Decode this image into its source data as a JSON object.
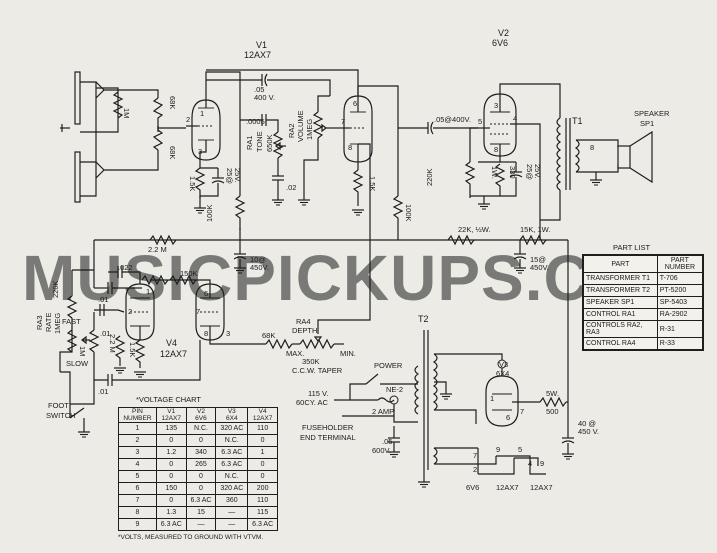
{
  "watermark": "MUSICPICKUPS.COM",
  "tubes": {
    "v1": {
      "ref": "V1",
      "type": "12AX7"
    },
    "v2": {
      "ref": "V2",
      "type": "6V6"
    },
    "v3": {
      "ref": "V3",
      "type": "6X4"
    },
    "v4": {
      "ref": "V4",
      "type": "12AX7"
    }
  },
  "components": {
    "r_1m_in": "1M",
    "r_68k_a": "68K",
    "r_68k_b": "68K",
    "c_05_400": ".05",
    "c_05_400_v": "400 V.",
    "c_0005": ".0005",
    "ra1_name": "RA1",
    "ra1_desc": "TONE",
    "ra1_value": "650K",
    "ra2_name": "RA2",
    "ra2_desc": "VOLUME",
    "ra2_value": "1MEG",
    "c_02": ".02",
    "r_1_5k_v1": "1.5K",
    "c_25_25v": "25@",
    "c_25_25v_b": "25V.",
    "r_100k_a": "100K",
    "r_1_5k_b": "1.5K",
    "r_100k_b": "100K",
    "c_05_400_v2": ".05@400V.",
    "r_220k": "220K",
    "r_330_1w": "330",
    "r_330_1w_b": "1W.",
    "c_25_25v_v2": "25@",
    "c_25_25v_v2b": "25V.",
    "t1": "T1",
    "ohm_8": "8",
    "speaker_l1": "SPEAKER",
    "speaker_l2": "SP1",
    "r_22k": "22K, ½W.",
    "r_15k": "15K, 1W.",
    "r_2_2m": "2.2 M",
    "c_10_450": "10@",
    "c_10_450_b": "450V.",
    "c_15_450": "15@",
    "c_15_450_b": "450V.",
    "c_022": ".022",
    "r_150k": "150K",
    "r_220k_b": "220K",
    "c_01_a": ".01",
    "c_01_b": ".01",
    "c_01_c": ".01",
    "ra3_l1": "RA3",
    "ra3_l2": "RATE",
    "ra3_l3": "1MEG",
    "fast": "FAST",
    "slow": "SLOW",
    "r_1m_b": "1M",
    "r_2_2m_b": "2.2 M",
    "r_1_5k_c": "1.5K",
    "r_68k_c": "68K",
    "ra4_l1": "RA4",
    "ra4_l2": "DEPTH",
    "ra4_max": "MAX.",
    "ra4_min": "MIN.",
    "ra4_val": "350K",
    "ra4_taper": "C.C.W. TAPER",
    "t2": "T2",
    "power": "POWER",
    "ne2": "NE-2",
    "ac_l1": "115 V.",
    "ac_l2": "60CY. AC",
    "fuse": "2 AMP",
    "fuse_l1": "FUSEHOLDER",
    "fuse_l2": "END TERMINAL",
    "c_05_600": ".05",
    "c_05_600_b": "600V.",
    "r_5w": "5W.",
    "r_5w_b": "500",
    "c_40_450": "40 @",
    "c_40_450_b": "450 V.",
    "foot_l1": "FOOT",
    "foot_l2": "SWITCH",
    "heater_6v6": "6V6",
    "heater_12ax7_a": "12AX7",
    "heater_12ax7_b": "12AX7"
  },
  "pins": [
    "1",
    "2",
    "3",
    "6",
    "7",
    "8",
    "4",
    "5"
  ],
  "parts_list": {
    "title": "PART LIST",
    "col_part": "PART",
    "col_number_l1": "PART",
    "col_number_l2": "NUMBER",
    "rows": [
      {
        "part": "TRANSFORMER T1",
        "number": "T-706"
      },
      {
        "part": "TRANSFORMER T2",
        "number": "PT-5200"
      },
      {
        "part": "SPEAKER SP1",
        "number": "SP-5403"
      },
      {
        "part": "CONTROL RA1",
        "number": "RA-2902"
      },
      {
        "part": "CONTROLS RA2, RA3",
        "number": "R-31"
      },
      {
        "part": "CONTROL RA4",
        "number": "R-33"
      }
    ]
  },
  "voltage_chart": {
    "title": "*VOLTAGE CHART",
    "headers": [
      [
        "PIN",
        "NUMBER"
      ],
      [
        "V1",
        "12AX7"
      ],
      [
        "V2",
        "6V6"
      ],
      [
        "V3",
        "6X4"
      ],
      [
        "V4",
        "12AX7"
      ]
    ],
    "rows": [
      [
        "1",
        "135",
        "N.C.",
        "320 AC",
        "110"
      ],
      [
        "2",
        "0",
        "0",
        "N.C.",
        "0"
      ],
      [
        "3",
        "1.2",
        "340",
        "6.3 AC",
        "1"
      ],
      [
        "4",
        "0",
        "265",
        "6.3 AC",
        "0"
      ],
      [
        "5",
        "0",
        "0",
        "N.C.",
        "0"
      ],
      [
        "6",
        "150",
        "0",
        "320 AC",
        "200"
      ],
      [
        "7",
        "0",
        "6.3 AC",
        "360",
        "110"
      ],
      [
        "8",
        "1.3",
        "15",
        "—",
        "115"
      ],
      [
        "9",
        "6.3 AC",
        "—",
        "—",
        "6.3 AC"
      ]
    ],
    "note": "*VOLTS, MEASURED TO GROUND WITH VTVM."
  }
}
